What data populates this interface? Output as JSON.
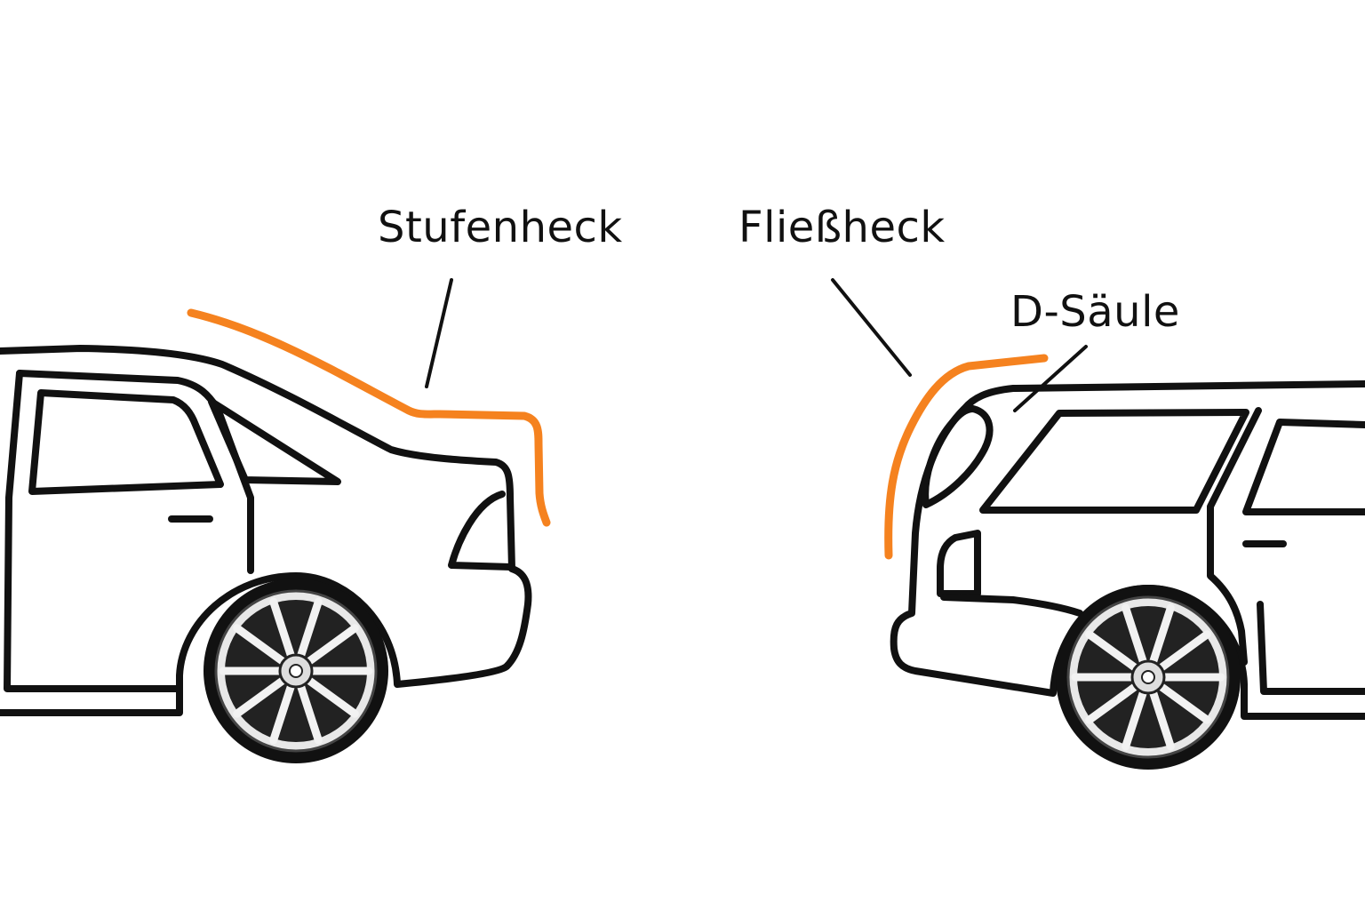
{
  "labels": {
    "notchback": "Stufenheck",
    "fastback": "Fließheck",
    "d_pillar": "D-Säule"
  },
  "colors": {
    "highlight": "#F5821F",
    "outline": "#111111"
  }
}
